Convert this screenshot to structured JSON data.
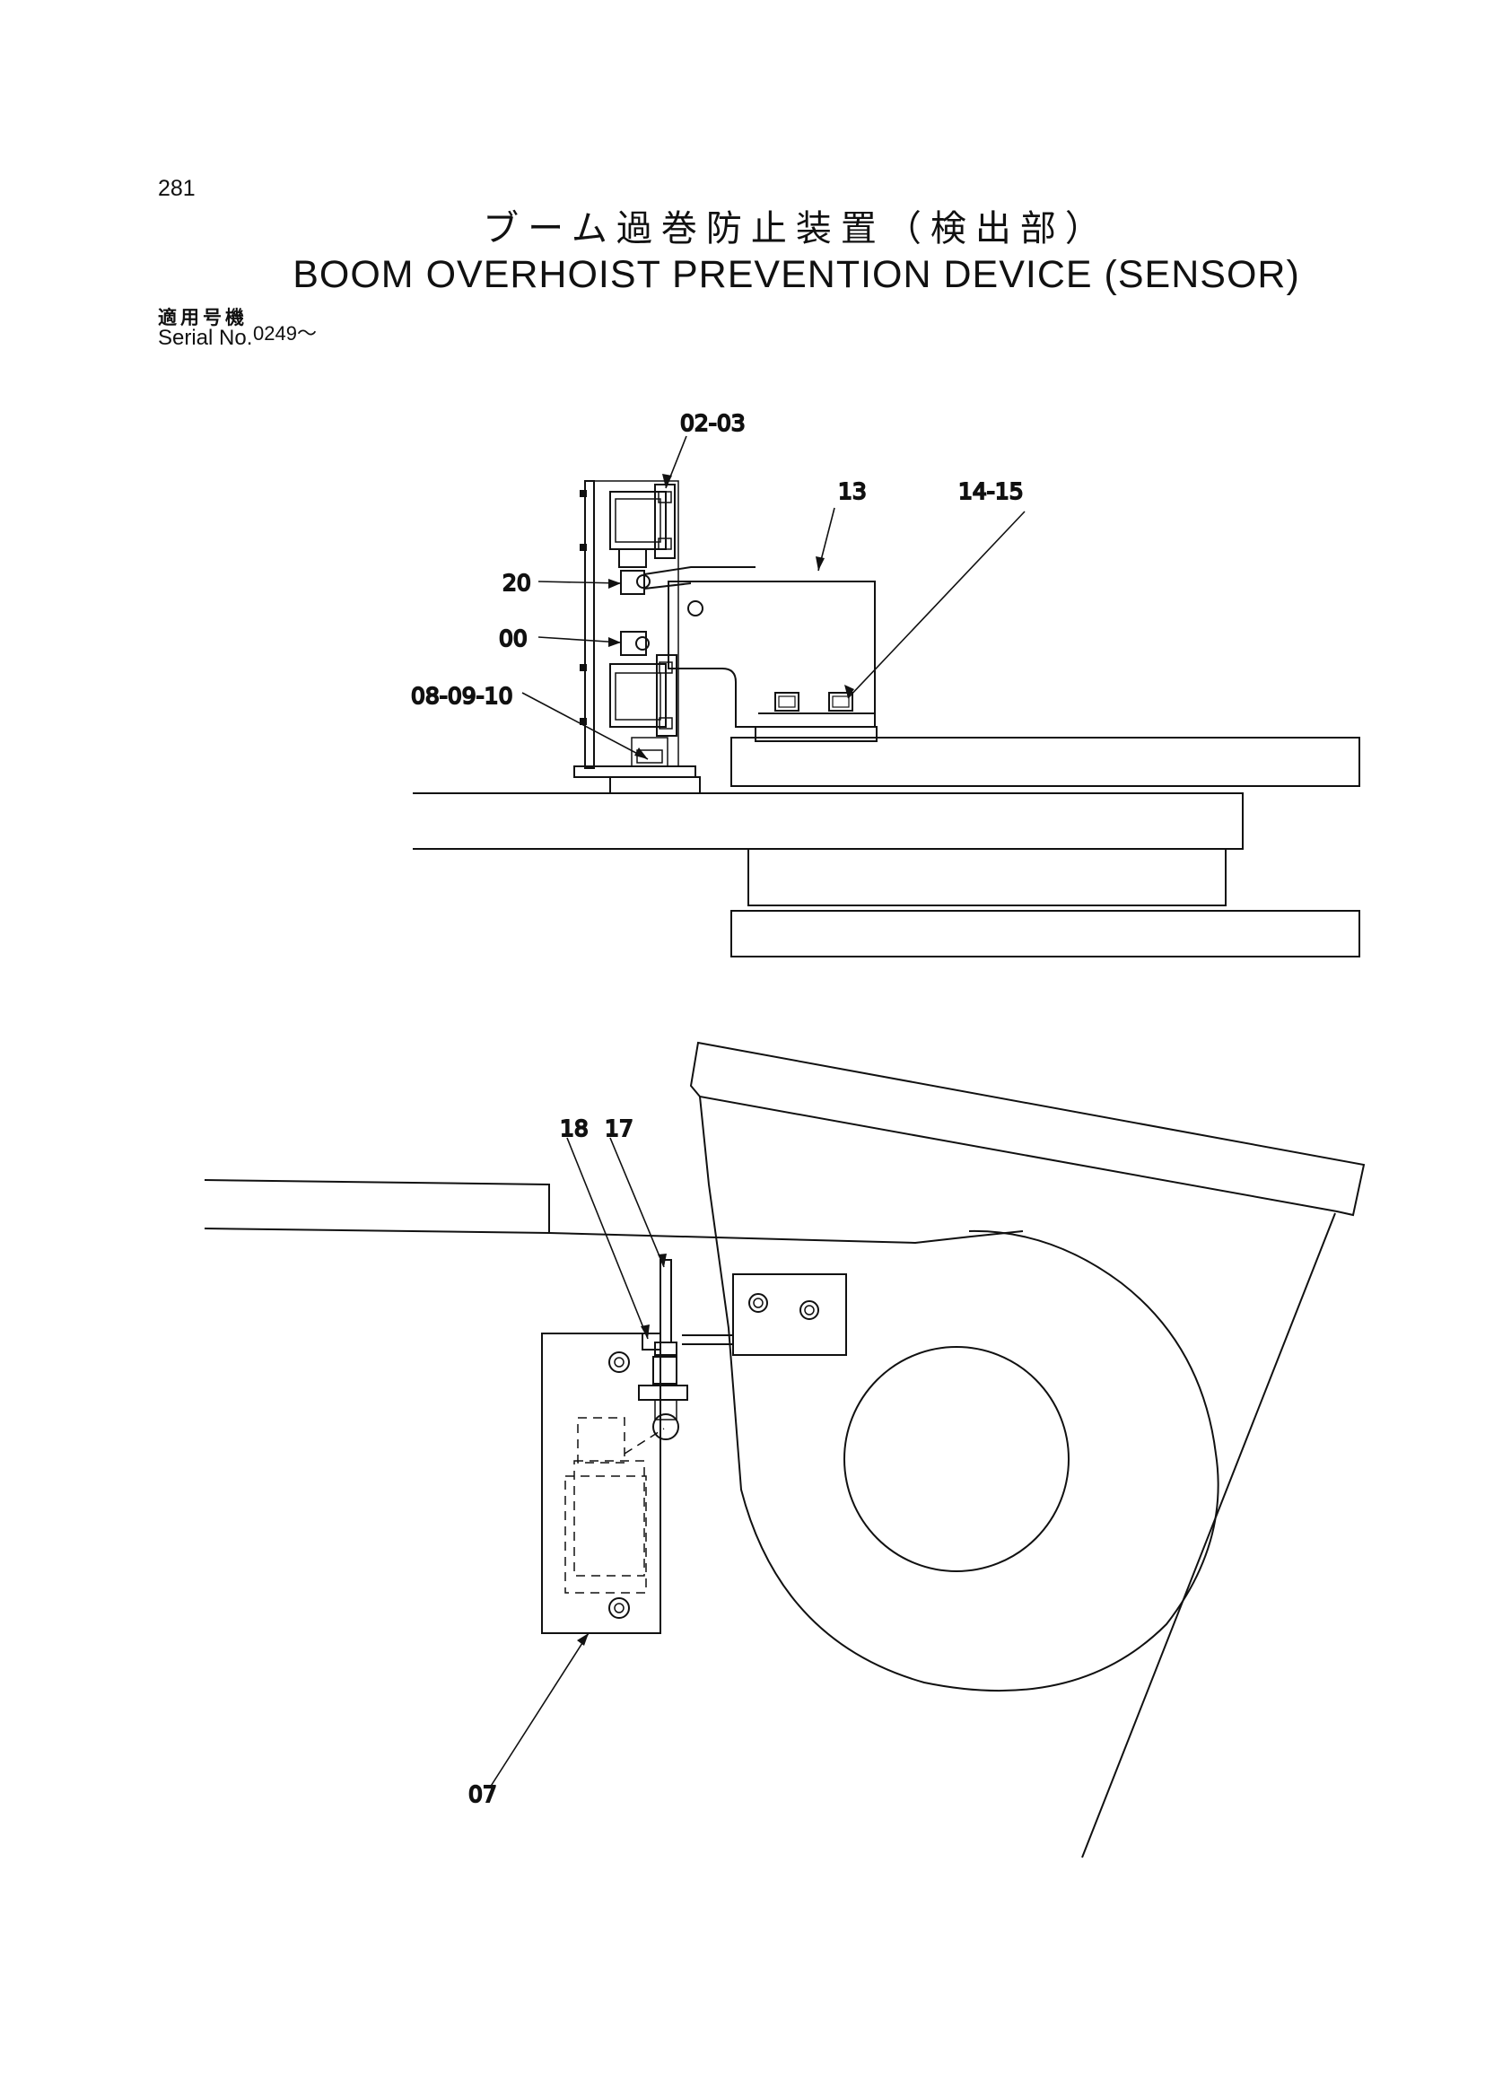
{
  "header": {
    "page_number": "281",
    "title_ja": "ブーム過巻防止装置（検出部）",
    "title_en": "BOOM OVERHOIST PREVENTION DEVICE (SENSOR)",
    "serial_label_ja": "適用号機",
    "serial_label_en": "Serial No.",
    "serial_value": "0249～"
  },
  "callouts": {
    "c_02_03": "02-03",
    "c_13": "13",
    "c_14_15": "14-15",
    "c_20": "20",
    "c_00": "00",
    "c_08_09_10": "08-09-10",
    "c_18": "18",
    "c_17": "17",
    "c_07": "07"
  }
}
